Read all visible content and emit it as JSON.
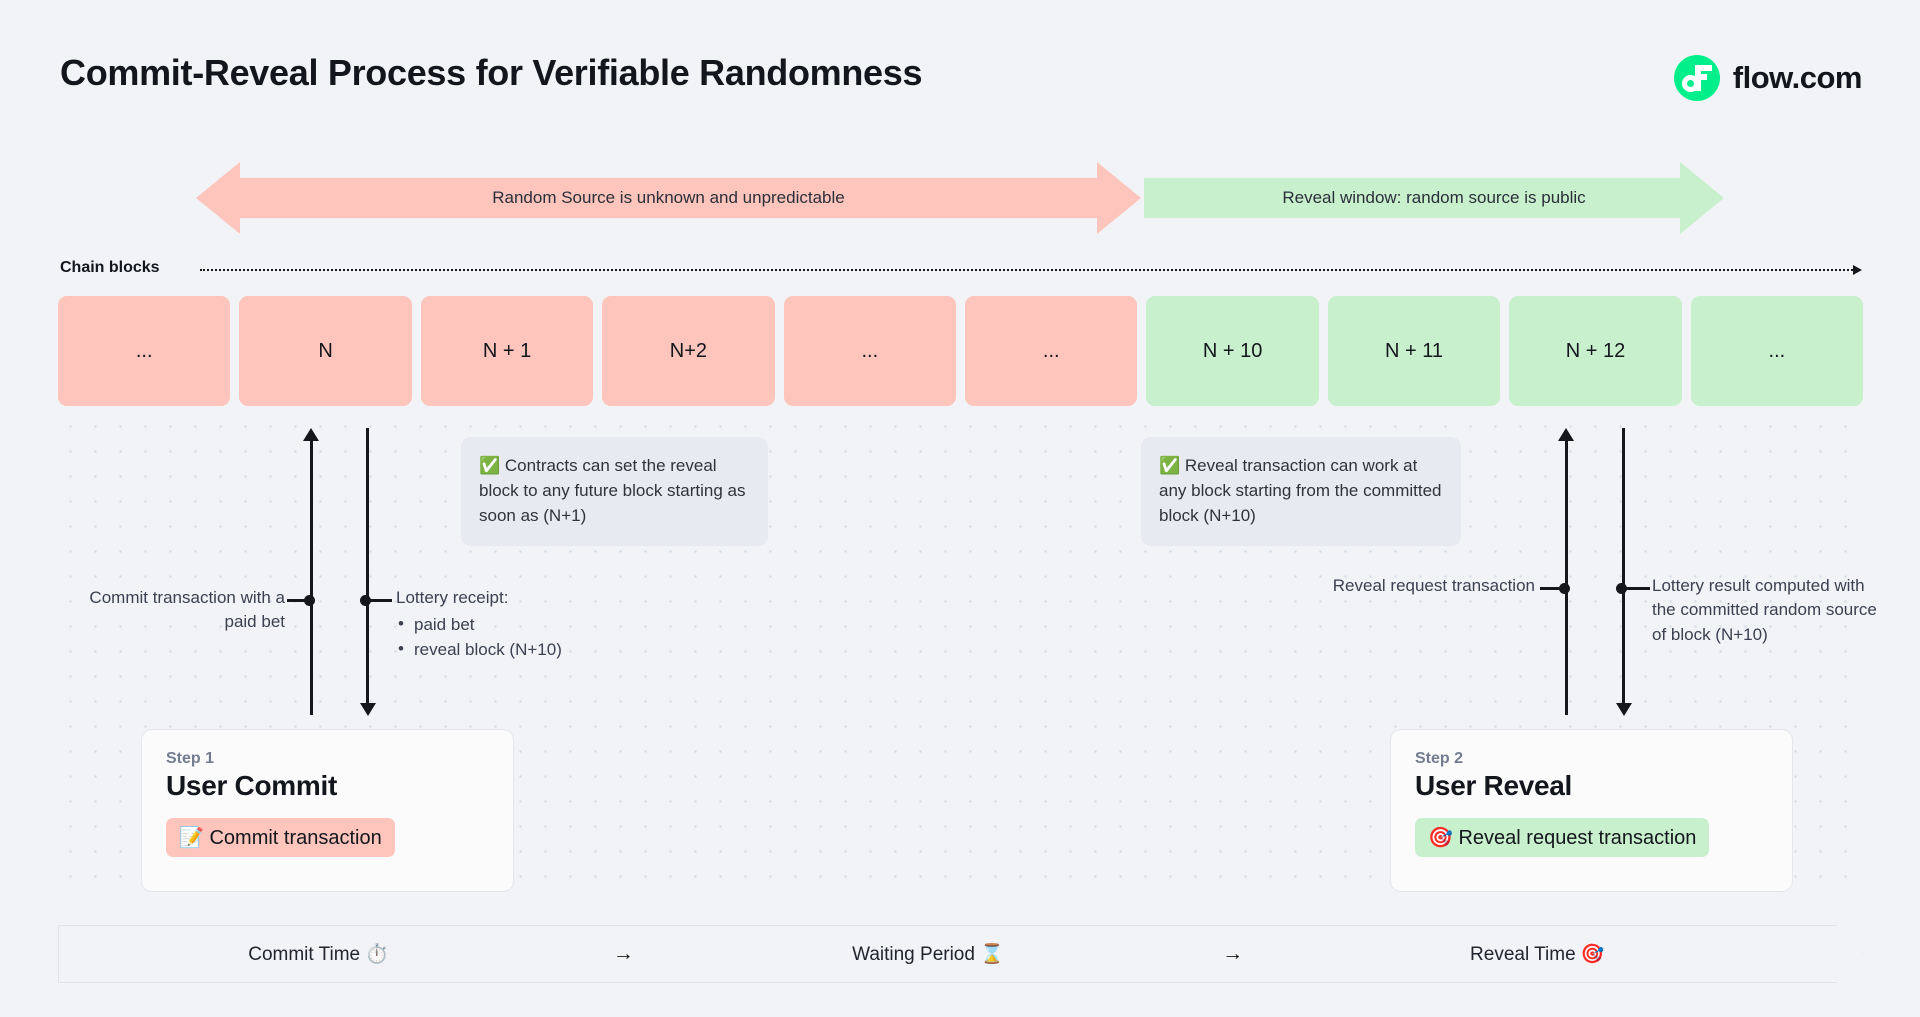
{
  "header": {
    "title": "Commit-Reveal Process for Verifiable Randomness",
    "brand_name": "flow.com",
    "brand_color": "#00EF8B"
  },
  "banners": {
    "unpredictable": "Random Source is unknown and unpredictable",
    "reveal_window": "Reveal window: random source is public",
    "red_color": "#FDC5BB",
    "green_color": "#C8F0CD"
  },
  "chain": {
    "label": "Chain blocks",
    "blocks": [
      {
        "label": "...",
        "phase": "red"
      },
      {
        "label": "N",
        "phase": "red"
      },
      {
        "label": "N + 1",
        "phase": "red"
      },
      {
        "label": "N+2",
        "phase": "red"
      },
      {
        "label": "...",
        "phase": "red"
      },
      {
        "label": "...",
        "phase": "red"
      },
      {
        "label": "N + 10",
        "phase": "green"
      },
      {
        "label": "N + 11",
        "phase": "green"
      },
      {
        "label": "N + 12",
        "phase": "green"
      },
      {
        "label": "...",
        "phase": "green"
      }
    ]
  },
  "callouts": {
    "commit": {
      "icon": "✅",
      "text": "Contracts can set the reveal block to any future block starting as soon as (N+1)"
    },
    "reveal": {
      "icon": "✅",
      "text": "Reveal transaction can work at any block starting from the committed block (N+10)"
    }
  },
  "annotations": {
    "commit_tx": "Commit transaction with a paid bet",
    "lottery_receipt_title": "Lottery receipt:",
    "lottery_receipt_items": [
      "paid bet",
      "reveal block (N+10)"
    ],
    "reveal_request": "Reveal request transaction",
    "lottery_result": "Lottery result computed with the committed random source of block (N+10)"
  },
  "steps": [
    {
      "step_label": "Step 1",
      "title": "User Commit",
      "chip_icon": "📝",
      "chip_label": "Commit transaction",
      "chip_color": "#FDC5BB"
    },
    {
      "step_label": "Step 2",
      "title": "User Reveal",
      "chip_icon": "🎯",
      "chip_label": "Reveal request transaction",
      "chip_color": "#C8F0CD"
    }
  ],
  "timeline": {
    "phases": [
      {
        "label": "Commit Time ⏱️"
      },
      {
        "label": "Waiting Period ⌛"
      },
      {
        "label": "Reveal Time 🎯"
      }
    ],
    "arrow": "→"
  }
}
